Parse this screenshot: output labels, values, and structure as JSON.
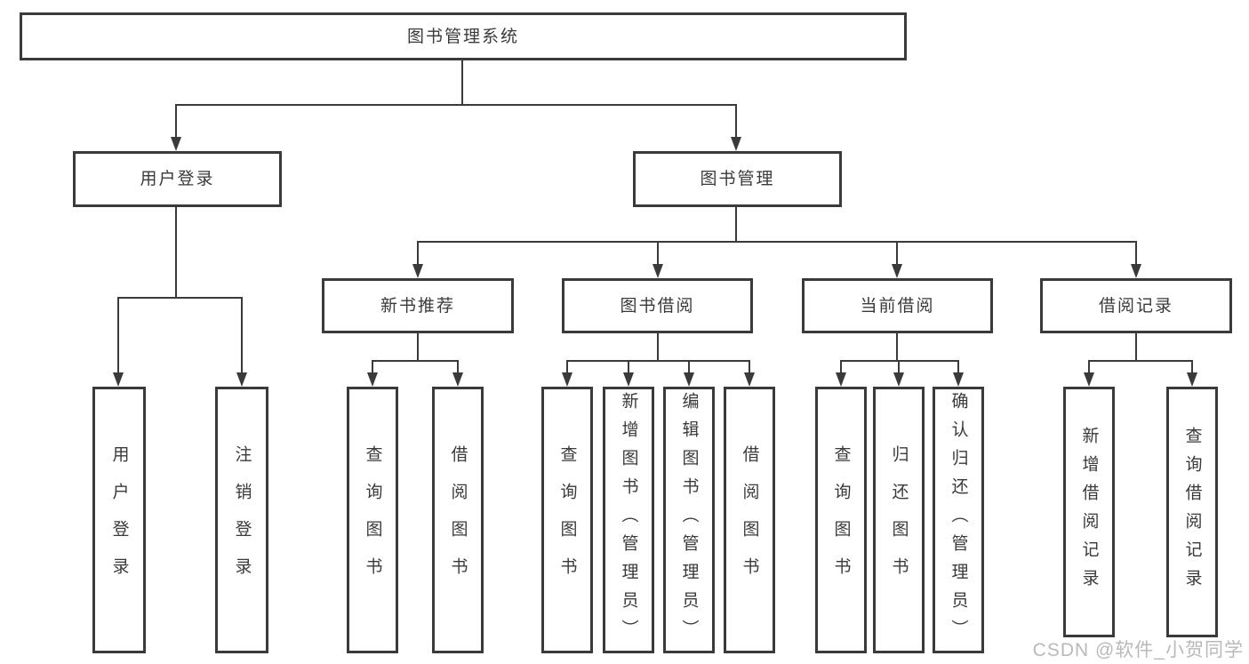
{
  "colors": {
    "line": "#3a3a3a",
    "text": "#3a3a3a",
    "watermark": "#b9b9b9"
  },
  "watermark": "CSDN @软件_小贺同学",
  "tree": {
    "root": {
      "label": "图书管理系统",
      "children": [
        {
          "label": "用户登录",
          "children": [
            {
              "label": "用户登录"
            },
            {
              "label": "注销登录"
            }
          ]
        },
        {
          "label": "图书管理",
          "children": [
            {
              "label": "新书推荐",
              "children": [
                {
                  "label": "查询图书"
                },
                {
                  "label": "借阅图书"
                }
              ]
            },
            {
              "label": "图书借阅",
              "children": [
                {
                  "label": "查询图书"
                },
                {
                  "label": "新增图书（管理员）"
                },
                {
                  "label": "编辑图书（管理员）"
                },
                {
                  "label": "借阅图书"
                }
              ]
            },
            {
              "label": "当前借阅",
              "children": [
                {
                  "label": "查询图书"
                },
                {
                  "label": "归还图书"
                },
                {
                  "label": "确认归还（管理员）"
                }
              ]
            },
            {
              "label": "借阅记录",
              "children": [
                {
                  "label": "新增借阅记录"
                },
                {
                  "label": "查询借阅记录"
                }
              ]
            }
          ]
        }
      ]
    }
  }
}
